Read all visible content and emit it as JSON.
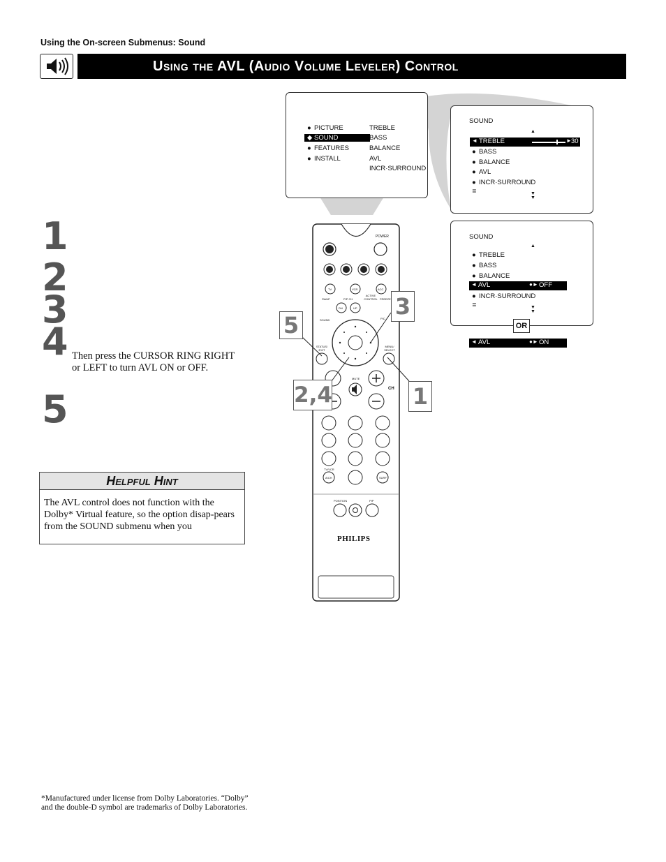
{
  "header": {
    "section_label": "Using the On-screen Submenus: Sound",
    "title": "Using the AVL (Audio Volume Leveler) Control",
    "icon": "speaker-icon"
  },
  "steps": {
    "n1": "1",
    "n2": "2",
    "n3": "3",
    "n4": "4",
    "n5": "5",
    "step4_text": "Then press the CURSOR RING RIGHT or LEFT to turn AVL ON or OFF."
  },
  "hint": {
    "title": "Helpful Hint",
    "body": "The AVL control does not function with the Dolby* Virtual feature, so the option disap-pears from the SOUND submenu when you"
  },
  "footnote": "*Manufactured under license from Dolby Laboratories. “Dolby” and the double-D symbol are trademarks of Dolby Laboratories.",
  "main_menu": {
    "left": [
      "PICTURE",
      "SOUND",
      "FEATURES",
      "INSTALL"
    ],
    "right": [
      "TREBLE",
      "BASS",
      "BALANCE",
      "AVL",
      "INCR·SURROUND"
    ]
  },
  "sound_menu_1": {
    "title": "SOUND",
    "selected": "TREBLE",
    "selected_value": "30",
    "treble_level": 0.75,
    "items": [
      "BASS",
      "BALANCE",
      "AVL",
      "INCR·SURROUND"
    ]
  },
  "sound_menu_2": {
    "title": "SOUND",
    "items": [
      "TREBLE",
      "BASS",
      "BALANCE"
    ],
    "selected": "AVL",
    "selected_value": "OFF",
    "after": "INCR·SURROUND"
  },
  "or_label": "OR",
  "avl_on": {
    "label": "AVL",
    "value": "ON"
  },
  "callouts": {
    "c5": "5",
    "c3": "3",
    "c24": "2,4",
    "c1": "1"
  },
  "remote": {
    "brand": "PHILIPS",
    "power": "POWER",
    "tv": "TV",
    "vcr": "VCR",
    "acc": "ACC",
    "swap": "SWAP",
    "pip_ch": "PIP CH",
    "active_control": "ACTIVE CONTROL",
    "freeze": "FREEZE",
    "dn": "DN",
    "up": "UP",
    "sound": "SOUND",
    "picture": "PIC",
    "status_exit": "STATUS/ EXIT",
    "menu_select": "MENU/ SELECT",
    "mute": "MUTE",
    "ch": "CH",
    "tv_vcr": "TV/VCR",
    "ach": "A/CH",
    "surf": "SURF",
    "position": "POSITION",
    "pip": "PIP"
  }
}
